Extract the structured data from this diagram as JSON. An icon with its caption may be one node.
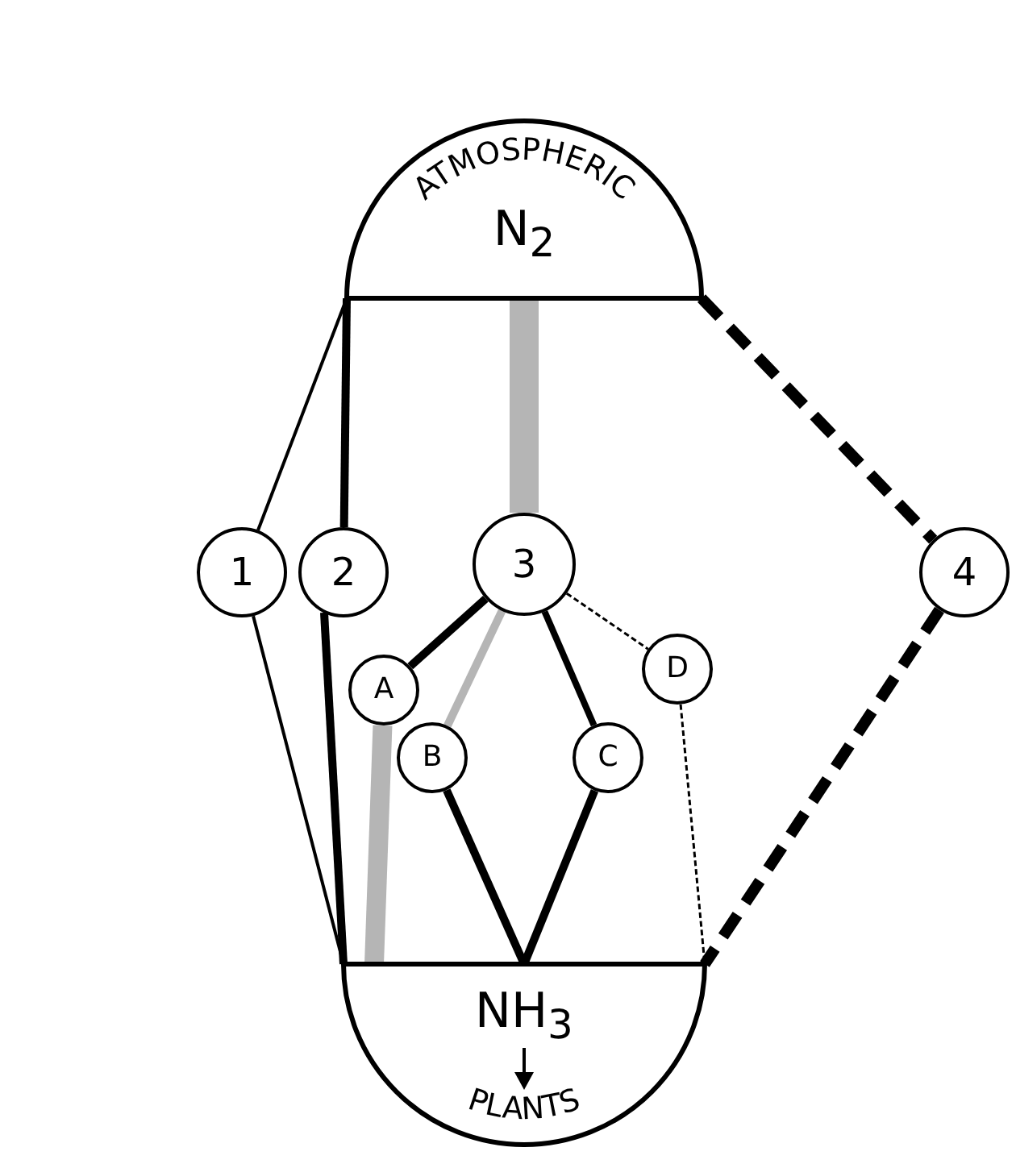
{
  "diagram": {
    "nodes": [
      {
        "text": [
          "ATMOSPHERIC",
          "N$_{2}$"
        ]
      },
      {
        "text": [
          "1"
        ]
      },
      {
        "text": [
          "2"
        ]
      },
      {
        "text": [
          "3"
        ]
      },
      {
        "text": [
          "4"
        ]
      },
      {
        "text": [
          "A"
        ]
      },
      {
        "text": [
          "D"
        ]
      },
      {
        "text": [
          "B"
        ]
      },
      {
        "text": [
          "C"
        ]
      },
      {
        "text": [
          "NH$_{3}$",
          "PLANTS"
        ]
      }
    ],
    "edges": [
      {
        "from": 0,
        "to": 1,
        "arrow": "none"
      },
      {
        "from": 1,
        "to": 9,
        "arrow": "none"
      },
      {
        "from": 0,
        "to": 2,
        "arrow": "none"
      },
      {
        "from": 2,
        "to": 9,
        "arrow": "none"
      },
      {
        "from": 0,
        "to": 3,
        "arrow": "none",
        "style": "thick",
        "color": "#b5b5b5"
      },
      {
        "from": 3,
        "to": 5,
        "arrow": "none"
      },
      {
        "from": 3,
        "to": 7,
        "arrow": "none",
        "color": "#b5b5b5"
      },
      {
        "from": 3,
        "to": 8,
        "arrow": "none"
      },
      {
        "from": 3,
        "to": 6,
        "arrow": "none",
        "style": "dashed"
      },
      {
        "from": 5,
        "to": 9,
        "arrow": "none",
        "style": "thick",
        "color": "#b5b5b5"
      },
      {
        "from": 7,
        "to": 9,
        "arrow": "none"
      },
      {
        "from": 8,
        "to": 9,
        "arrow": "none"
      },
      {
        "from": 6,
        "to": 9,
        "arrow": "none",
        "style": "dashed"
      },
      {
        "from": 0,
        "to": 4,
        "arrow": "none",
        "style": "dashed"
      },
      {
        "from": 4,
        "to": 9,
        "arrow": "none",
        "style": "dashed"
      }
    ]
  }
}
